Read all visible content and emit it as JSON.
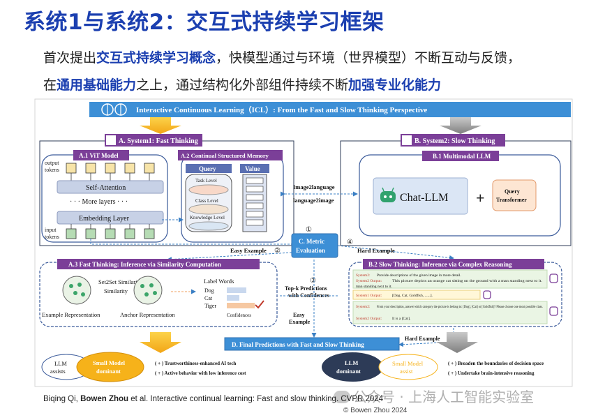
{
  "title": "系统1与系统2：交互式持续学习框架",
  "subtitle": {
    "l1_a": "首次提出",
    "l1_b": "交互式持续学习概念",
    "l1_c": "，快模型通过与环境（世界模型）不断互动与反馈，",
    "l2_a": "在",
    "l2_b": "通用基础能力",
    "l2_c": "之上，通过结构化外部组件持续不断",
    "l2_d": "加强专业化能力"
  },
  "figure": {
    "banner": "Interactive Continuous Learning（ICL）: From the Fast and Slow Thinking Perspective",
    "systemA": {
      "label": "A. System1: Fast Thinking",
      "a1": "A.1 ViT Model",
      "output_tokens": "output tokens",
      "self_attention": "Self-Attention",
      "more_layers": "· · ·  More layers  · · ·",
      "embedding": "Embedding   Layer",
      "input_tokens": "input tokens",
      "a2": "A.2 Continual Structured Memory",
      "query": "Query",
      "value": "Value",
      "task_level": "Task Level",
      "class_level": "Class Level",
      "knowledge_level": "Knowledge Level"
    },
    "systemB": {
      "label": "B. System2: Slow Thinking",
      "b1": "B.1 Multimodal  LLM",
      "chat_llm": "Chat-LLM",
      "plus": "+",
      "query_transformer": "Query Transformer"
    },
    "links": {
      "image2language": "Image2language",
      "language2image": "language2image",
      "step1": "①",
      "step2": "②",
      "step3": "③",
      "step4": "④",
      "easy_example": "Easy Example",
      "hard_example": "Hard Example",
      "topk": "Top-k Predictions with Confidences",
      "easy_example2": "Easy Example",
      "hard_example2": "Hard Example"
    },
    "metric": "C. Metric Evaluation",
    "a3": {
      "label": "A.3 Fast Thinking: Inference via Similarity Computation",
      "set2set": "Set2Set Similarity",
      "example_rep": "Example Representation",
      "anchor_rep": "Anchor Representation",
      "label_words": "Label Words",
      "dog": "Dog",
      "cat": "Cat",
      "tiger": "Tiger",
      "confidences": "Confidences"
    },
    "b2": {
      "label": "B.2 Slow Thinking: Inference via Complex Reasoning",
      "sys2": "System2:",
      "sys2_output": "System2 Output:",
      "sys1_output": "System1 Output:",
      "line1": "Provide descriptions of the given image in more detail.",
      "line2": "This picture depicts an orange cat sitting on the ground with a man standing next to it.",
      "line3": "[Dog, Cat, Goldfish, ......].",
      "line4": "From your description, answer which category the picture is belong to: [Dog], [Cat] or [Goldfish]? Please choose one most possible class.",
      "line5": "It is a [Cat]."
    },
    "final": "D. Final Predictions with Fast and Slow Thinking",
    "bottom_left": {
      "llm": "LLM assists",
      "small": "Small Model dominant",
      "b1": "( + )  Trustworthiness-enhanced AI tech",
      "b2": "( + )  Active behavior with low inference cost"
    },
    "bottom_right": {
      "llm": "LLM dominant",
      "small": "Small Model assist",
      "b1": "( + )  Broaden the boundaries of decision space",
      "b2": "( + )  Undertake brain-intensive reasoning"
    }
  },
  "citation": {
    "a": "Biqing Qi, ",
    "b": "Bowen Zhou",
    "c": " et al. Interactive continual learning: Fast and slow thinking. CVPR 2024"
  },
  "copyright": "© Bowen Zhou 2024",
  "watermark": "公众号 · 上海人工智能实验室",
  "colors": {
    "title_blue": "#1b3fb0",
    "banner_blue": "#3d8fd6",
    "purple": "#7b3f98",
    "orange": "#f6b21a",
    "dark_navy": "#2d3b57"
  }
}
